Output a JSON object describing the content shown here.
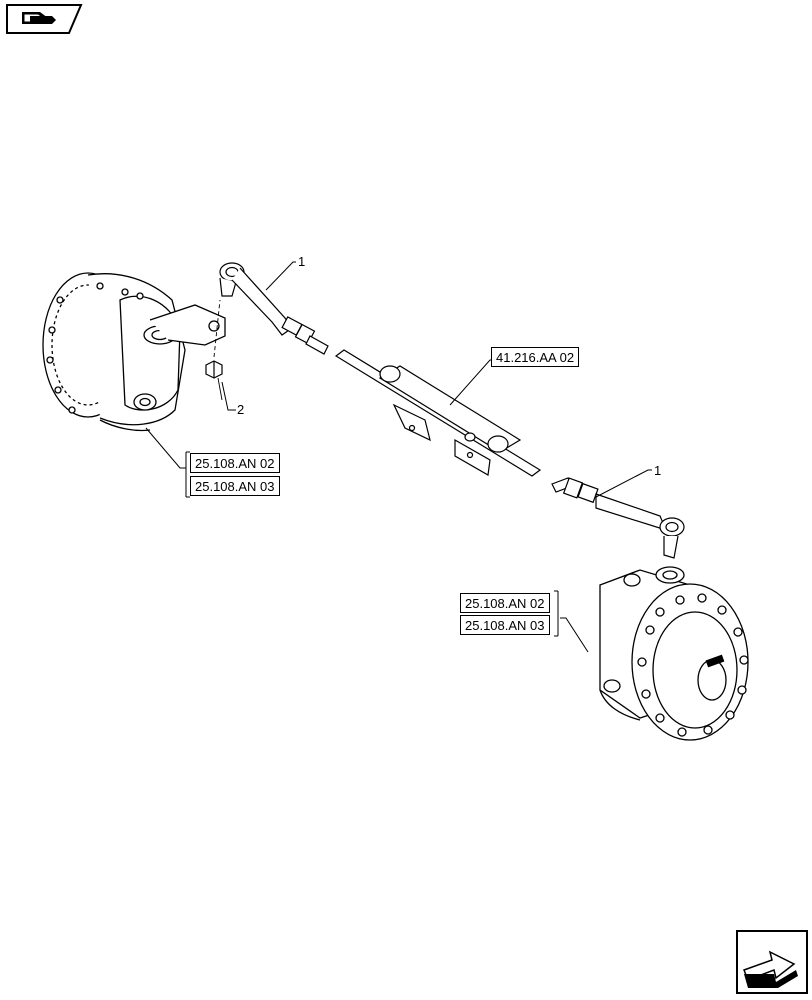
{
  "header": {
    "icon": "parts-catalog-icon"
  },
  "callouts": [
    {
      "id": "callout-1-left",
      "text": "1"
    },
    {
      "id": "callout-2",
      "text": "2"
    },
    {
      "id": "callout-1-right",
      "text": "1"
    }
  ],
  "references": {
    "steering_cylinder": "41.216.AA 02",
    "left_hub_ref_a": "25.108.AN 02",
    "left_hub_ref_b": "25.108.AN 03",
    "right_hub_ref_a": "25.108.AN 02",
    "right_hub_ref_b": "25.108.AN 03"
  },
  "footer": {
    "icon": "next-page-arrow-icon"
  }
}
